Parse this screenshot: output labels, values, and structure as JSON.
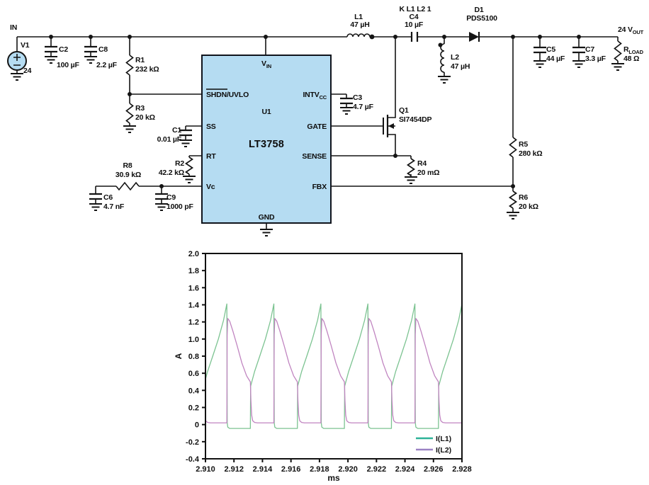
{
  "schematic": {
    "input_label": "IN",
    "source": {
      "name": "V1",
      "value": "24"
    },
    "ic": {
      "ref": "U1",
      "part": "LT3758",
      "fill": "#b5dcf2",
      "pins": {
        "vin_main": "V",
        "vin_sub": "IN",
        "shdn_over": "SHDN",
        "shdn_rest": "/UVLO",
        "ss": "SS",
        "rt": "RT",
        "vc": "Vc",
        "gnd": "GND",
        "intvcc_main": "INTV",
        "intvcc_sub": "CC",
        "gate": "GATE",
        "sense": "SENSE",
        "fbx": "FBX"
      }
    },
    "components": {
      "c2": {
        "name": "C2",
        "value": "100 µF"
      },
      "c8": {
        "name": "C8",
        "value": "2.2 µF"
      },
      "r1": {
        "name": "R1",
        "value": "232 kΩ"
      },
      "r3": {
        "name": "R3",
        "value": "20 kΩ"
      },
      "c1": {
        "name": "C1",
        "value": "0.01 µF"
      },
      "r2": {
        "name": "R2",
        "value": "42.2 kΩ"
      },
      "r8": {
        "name": "R8",
        "value": "30.9 kΩ"
      },
      "c6": {
        "name": "C6",
        "value": "4.7 nF"
      },
      "c9": {
        "name": "C9",
        "value": "1000 pF"
      },
      "l1": {
        "name": "L1",
        "value": "47 µH"
      },
      "coupling": "K  L1  L2  1",
      "c4": {
        "name": "C4",
        "value": "10 µF"
      },
      "l2": {
        "name": "L2",
        "value": "47 µH"
      },
      "d1": {
        "name": "D1",
        "value": "PDS5100"
      },
      "q1": {
        "name": "Q1",
        "value": "SI7454DP"
      },
      "c3": {
        "name": "C3",
        "value": "4.7 µF"
      },
      "r4": {
        "name": "R4",
        "value": "20 mΩ"
      },
      "r5": {
        "name": "R5",
        "value": "280 kΩ"
      },
      "r6": {
        "name": "R6",
        "value": "20 kΩ"
      },
      "c5": {
        "name": "C5",
        "value": "44 µF"
      },
      "c7": {
        "name": "C7",
        "value": "3.3 µF"
      },
      "rload": {
        "name_main": "R",
        "name_sub": "LOAD",
        "value": "48 Ω"
      },
      "vout_main": "24 V",
      "vout_sub": "OUT"
    }
  },
  "chart_data": {
    "type": "line",
    "title": "",
    "xlabel": "ms",
    "ylabel": "A",
    "xlim": [
      2.91,
      2.928
    ],
    "ylim": [
      -0.4,
      2.0
    ],
    "xtick_labels": [
      "2.910",
      "2.912",
      "2.914",
      "2.916",
      "2.918",
      "2.920",
      "2.922",
      "2.924",
      "2.926",
      "2.928"
    ],
    "ytick_labels": [
      "2.0",
      "1.8",
      "1.6",
      "1.4",
      "1.2",
      "1.0",
      "0.8",
      "0.6",
      "0.4",
      "0.2",
      "0",
      "-0.2",
      "-0.4"
    ],
    "grid": false,
    "legend_position": "lower right",
    "series": [
      {
        "name": "I(L1)",
        "color": "#7cc391",
        "legend_color": "#2eb398",
        "period_ms": 0.0033,
        "t0_ms": 2.90985,
        "peak_a": 1.41,
        "valley_a": -0.045,
        "cycle_phase_amps": [
          [
            0.0,
            -0.045
          ],
          [
            0.006,
            0.45
          ],
          [
            0.09,
            0.62
          ],
          [
            0.2,
            0.8
          ],
          [
            0.32,
            1.0
          ],
          [
            0.43,
            1.22
          ],
          [
            0.5,
            1.41
          ],
          [
            0.508,
            0.02
          ],
          [
            0.52,
            -0.03
          ],
          [
            0.56,
            -0.045
          ],
          [
            0.999,
            -0.045
          ]
        ]
      },
      {
        "name": "I(L2)",
        "color": "#c084c0",
        "legend_color": "#9b82c4",
        "period_ms": 0.0033,
        "t0_ms": 2.90985,
        "peak_a": 1.24,
        "valley_a": 0.02,
        "cycle_phase_amps": [
          [
            0.0,
            0.5
          ],
          [
            0.012,
            0.28
          ],
          [
            0.028,
            0.11
          ],
          [
            0.05,
            0.045
          ],
          [
            0.09,
            0.025
          ],
          [
            0.15,
            0.02
          ],
          [
            0.5,
            0.02
          ],
          [
            0.507,
            1.05
          ],
          [
            0.52,
            1.24
          ],
          [
            0.56,
            1.21
          ],
          [
            0.63,
            1.09
          ],
          [
            0.72,
            0.92
          ],
          [
            0.82,
            0.72
          ],
          [
            0.92,
            0.57
          ],
          [
            0.999,
            0.5
          ]
        ]
      }
    ]
  }
}
